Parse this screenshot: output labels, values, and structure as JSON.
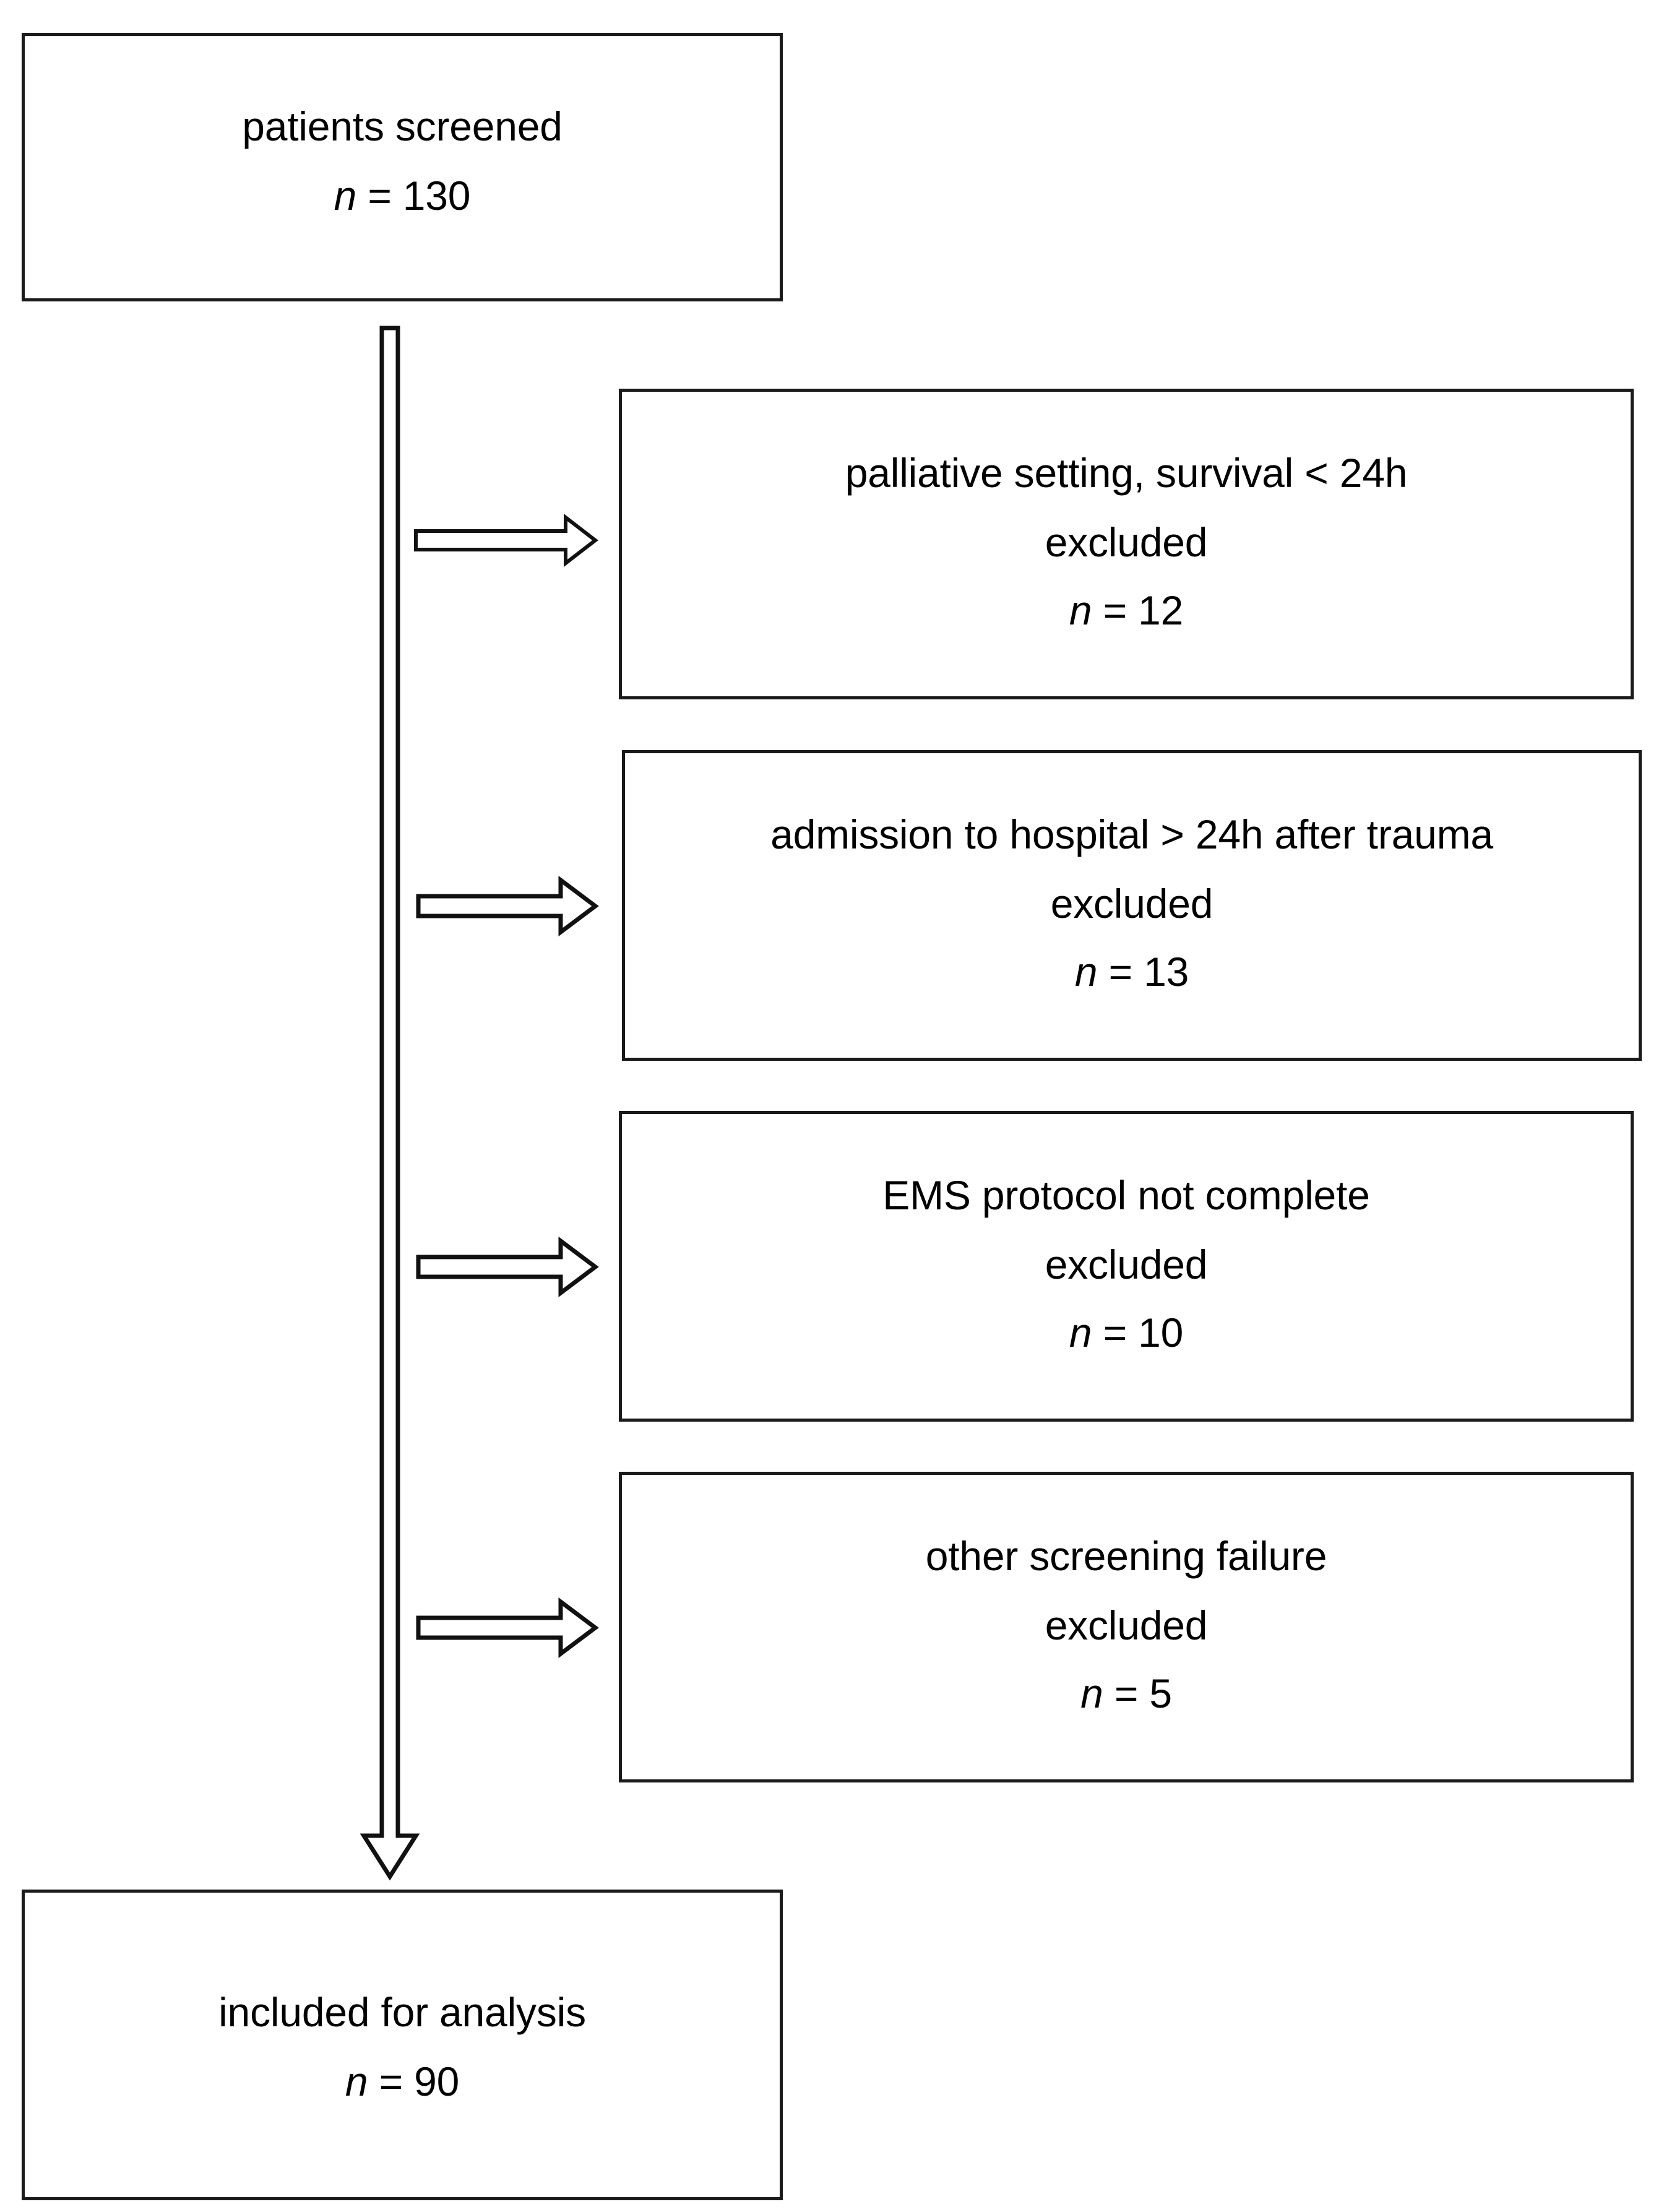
{
  "diagram": {
    "type": "patient-flow-consort",
    "title": "",
    "nodes": {
      "screened": {
        "label": "patients screened",
        "count_prefix": "n",
        "count_eq": "=",
        "count_value": "130",
        "count_text": "n = 130"
      },
      "included": {
        "label": "included for analysis",
        "count_prefix": "n",
        "count_eq": "=",
        "count_value": "90",
        "count_text": "n = 90"
      }
    },
    "exclusions": [
      {
        "reason": "palliative setting, survival < 24h",
        "status": "excluded",
        "count_prefix": "n",
        "count_eq": "=",
        "count_value": "12",
        "count_text": "n = 12"
      },
      {
        "reason": "admission to hospital > 24h after trauma",
        "status": "excluded",
        "count_prefix": "n",
        "count_eq": "=",
        "count_value": "13",
        "count_text": "n = 13"
      },
      {
        "reason": "EMS protocol not complete",
        "status": "excluded",
        "count_prefix": "n",
        "count_eq": "=",
        "count_value": "10",
        "count_text": "n = 10"
      },
      {
        "reason": "other screening failure",
        "status": "excluded",
        "count_prefix": "n",
        "count_eq": "=",
        "count_value": "5",
        "count_text": "n = 5"
      }
    ],
    "connectors": {
      "spine": "vertical-open-arrow-down",
      "branches": "horizontal-open-arrow-right",
      "branch_count": 4
    },
    "colors": {
      "background": "#ffffff",
      "box_border": "#1a1a1a",
      "text": "#000000",
      "connector_stroke": "#111111",
      "connector_fill": "#ffffff"
    }
  }
}
